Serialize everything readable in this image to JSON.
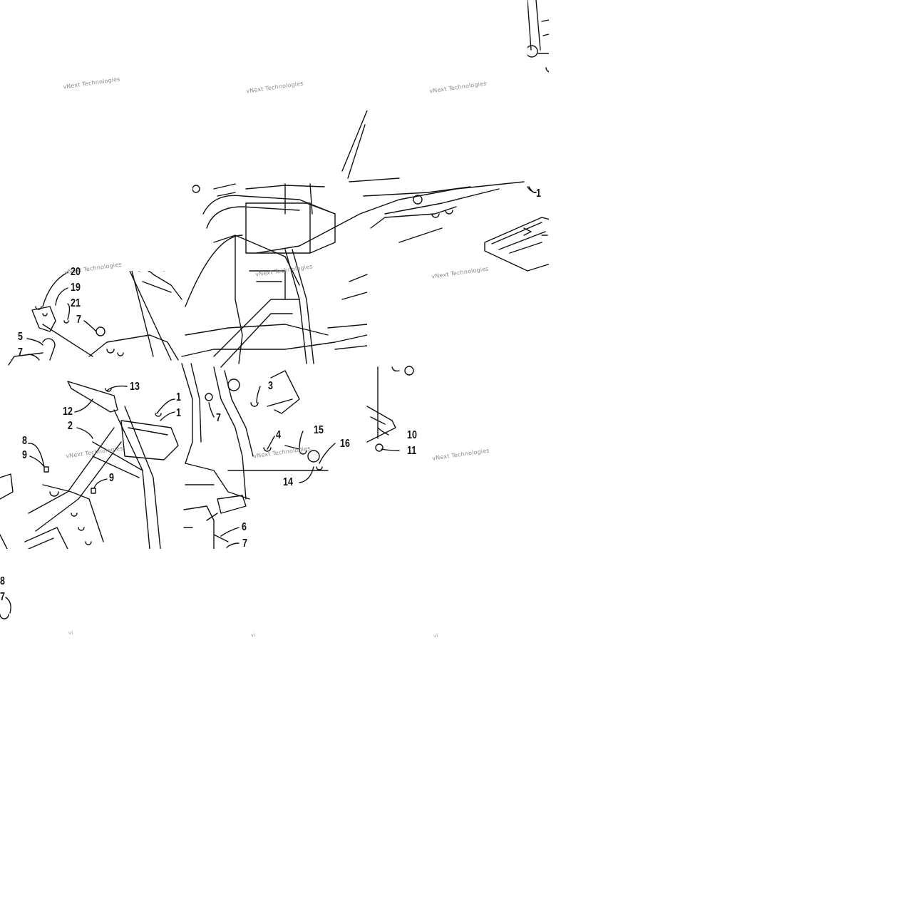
{
  "diagram": {
    "watermark": "vNext Technologies",
    "watermark_fragment": "vi",
    "callouts": [
      "1",
      "1",
      "1",
      "2",
      "3",
      "4",
      "5",
      "6",
      "7",
      "7",
      "7",
      "7",
      "7",
      "8",
      "8",
      "9",
      "9",
      "10",
      "11",
      "12",
      "13",
      "14",
      "15",
      "16",
      "19",
      "20",
      "21"
    ]
  },
  "colors": {
    "line": "#111111",
    "watermark": "#8a8a8a",
    "background": "#ffffff"
  }
}
